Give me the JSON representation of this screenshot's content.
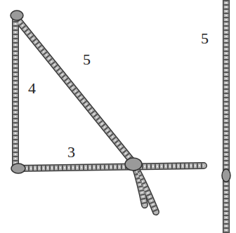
{
  "diagram": {
    "labels": [
      "5",
      "4",
      "3",
      "5"
    ]
  }
}
